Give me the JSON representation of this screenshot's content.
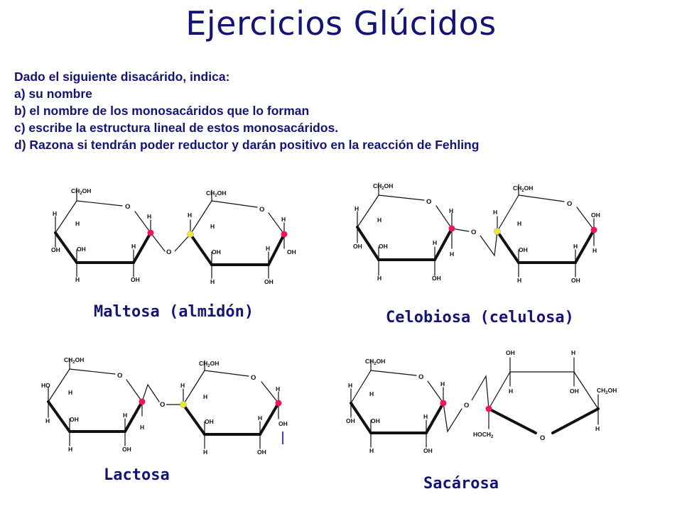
{
  "title": "Ejercicios Glúcidos",
  "question": {
    "intro": "Dado el siguiente disacárido, indica:",
    "items": [
      "a) su nombre",
      "b) el nombre de los monosacáridos que lo forman",
      "c) escribe la estructura lineal de estos monosacáridos.",
      "d) Razona si tendrán poder reductor y darán positivo en la reacción de Fehling"
    ]
  },
  "molecules": {
    "maltosa": {
      "label": "Maltosa (almidón)"
    },
    "celobiosa": {
      "label": "Celobiosa (celulosa)"
    },
    "lactosa": {
      "label": "Lactosa"
    },
    "sacarosa": {
      "label": "Sacárosa"
    }
  },
  "atoms": {
    "ch2oh": "CH",
    "ch2oh_sub": "2",
    "ch2oh_end": "OH",
    "hoch2": "HOCH",
    "hoch2_sub": "2",
    "o": "O",
    "h": "H",
    "oh": "OH",
    "ho": "HO"
  },
  "colors": {
    "title": "#141478",
    "anomeric_carbon": "#e8185a",
    "linked_carbon": "#f0e830",
    "arrow": "#3a3af0"
  }
}
